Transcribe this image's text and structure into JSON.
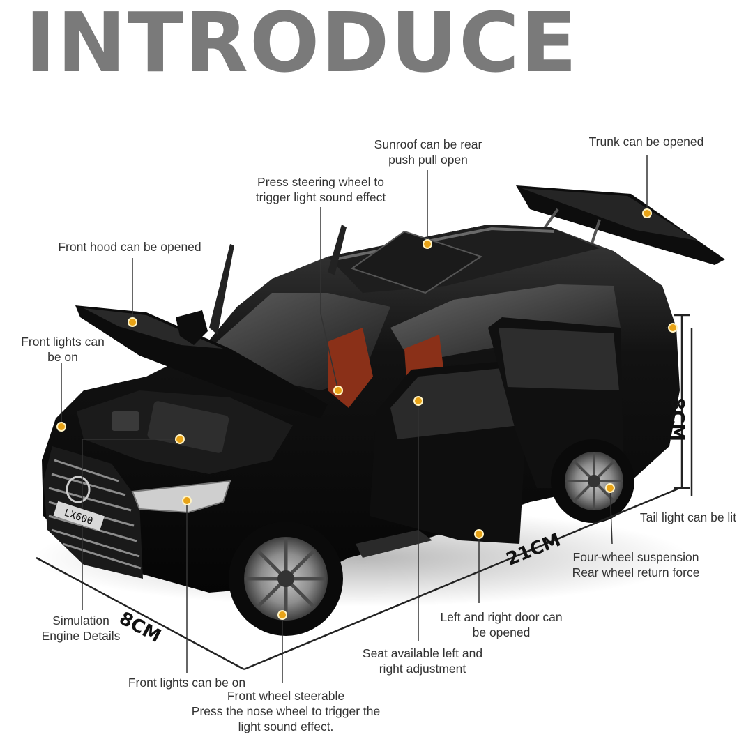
{
  "title": "INTRODUCE",
  "car_badge": "LX600",
  "colors": {
    "title": "#7a7a7a",
    "dot": "#e8a317",
    "leader": "#333333",
    "car_body": "#111111",
    "seat": "#8a3018"
  },
  "features": {
    "sunroof": [
      "Sunroof can be rear",
      "push pull open"
    ],
    "trunk": [
      "Trunk can be opened"
    ],
    "steering": [
      "Press steering wheel to",
      "trigger light sound effect"
    ],
    "hood": [
      "Front hood can be opened"
    ],
    "front_lights_top": [
      "Front lights can",
      "be on"
    ],
    "tail_light": [
      "Tail light can be lit"
    ],
    "suspension": [
      "Four-wheel suspension",
      "Rear wheel return force"
    ],
    "engine": [
      "Simulation",
      "Engine Details"
    ],
    "doors": [
      "Left and right door can",
      "be opened"
    ],
    "seat": [
      "Seat available left and",
      "right adjustment"
    ],
    "front_lights_bottom": [
      "Front lights can be on"
    ],
    "front_wheel": [
      "Front wheel steerable",
      "Press the nose wheel to trigger the",
      "light sound effect."
    ]
  },
  "dimensions": {
    "height": "8CM",
    "length": "21CM",
    "width": "8CM"
  }
}
